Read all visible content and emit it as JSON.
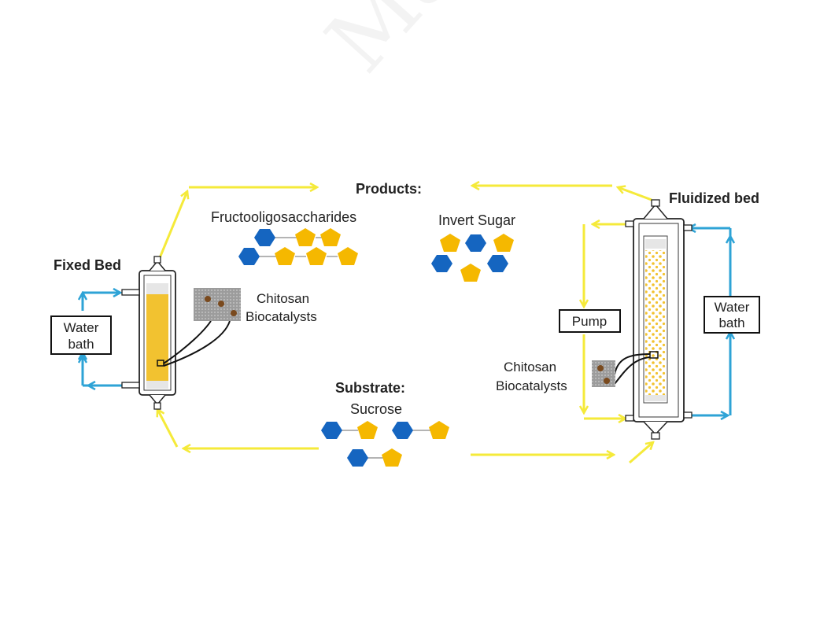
{
  "labels": {
    "products": "Products:",
    "fos": "Fructooligosaccharides",
    "invert_sugar": "Invert Sugar",
    "fixed_bed": "Fixed Bed",
    "fluidized_bed": "Fluidized bed",
    "water_bath_left": [
      "Water",
      "bath"
    ],
    "water_bath_right": [
      "Water",
      "bath"
    ],
    "pump": "Pump",
    "chitosan_left": [
      "Chitosan",
      "Biocatalysts"
    ],
    "chitosan_right": [
      "Chitosan",
      "Biocatalysts"
    ],
    "substrate": "Substrate:",
    "sucrose": "Sucrose"
  },
  "watermark": "Manuscript",
  "colors": {
    "flow_arrow": "#f5ea3a",
    "water_arrow": "#2ea3d6",
    "glucose": "#1565c0",
    "fructose": "#f5b800",
    "bed_fill": "#f2c230",
    "catalyst_box": "#9a9a9a",
    "bead": "#7a4a1e"
  }
}
